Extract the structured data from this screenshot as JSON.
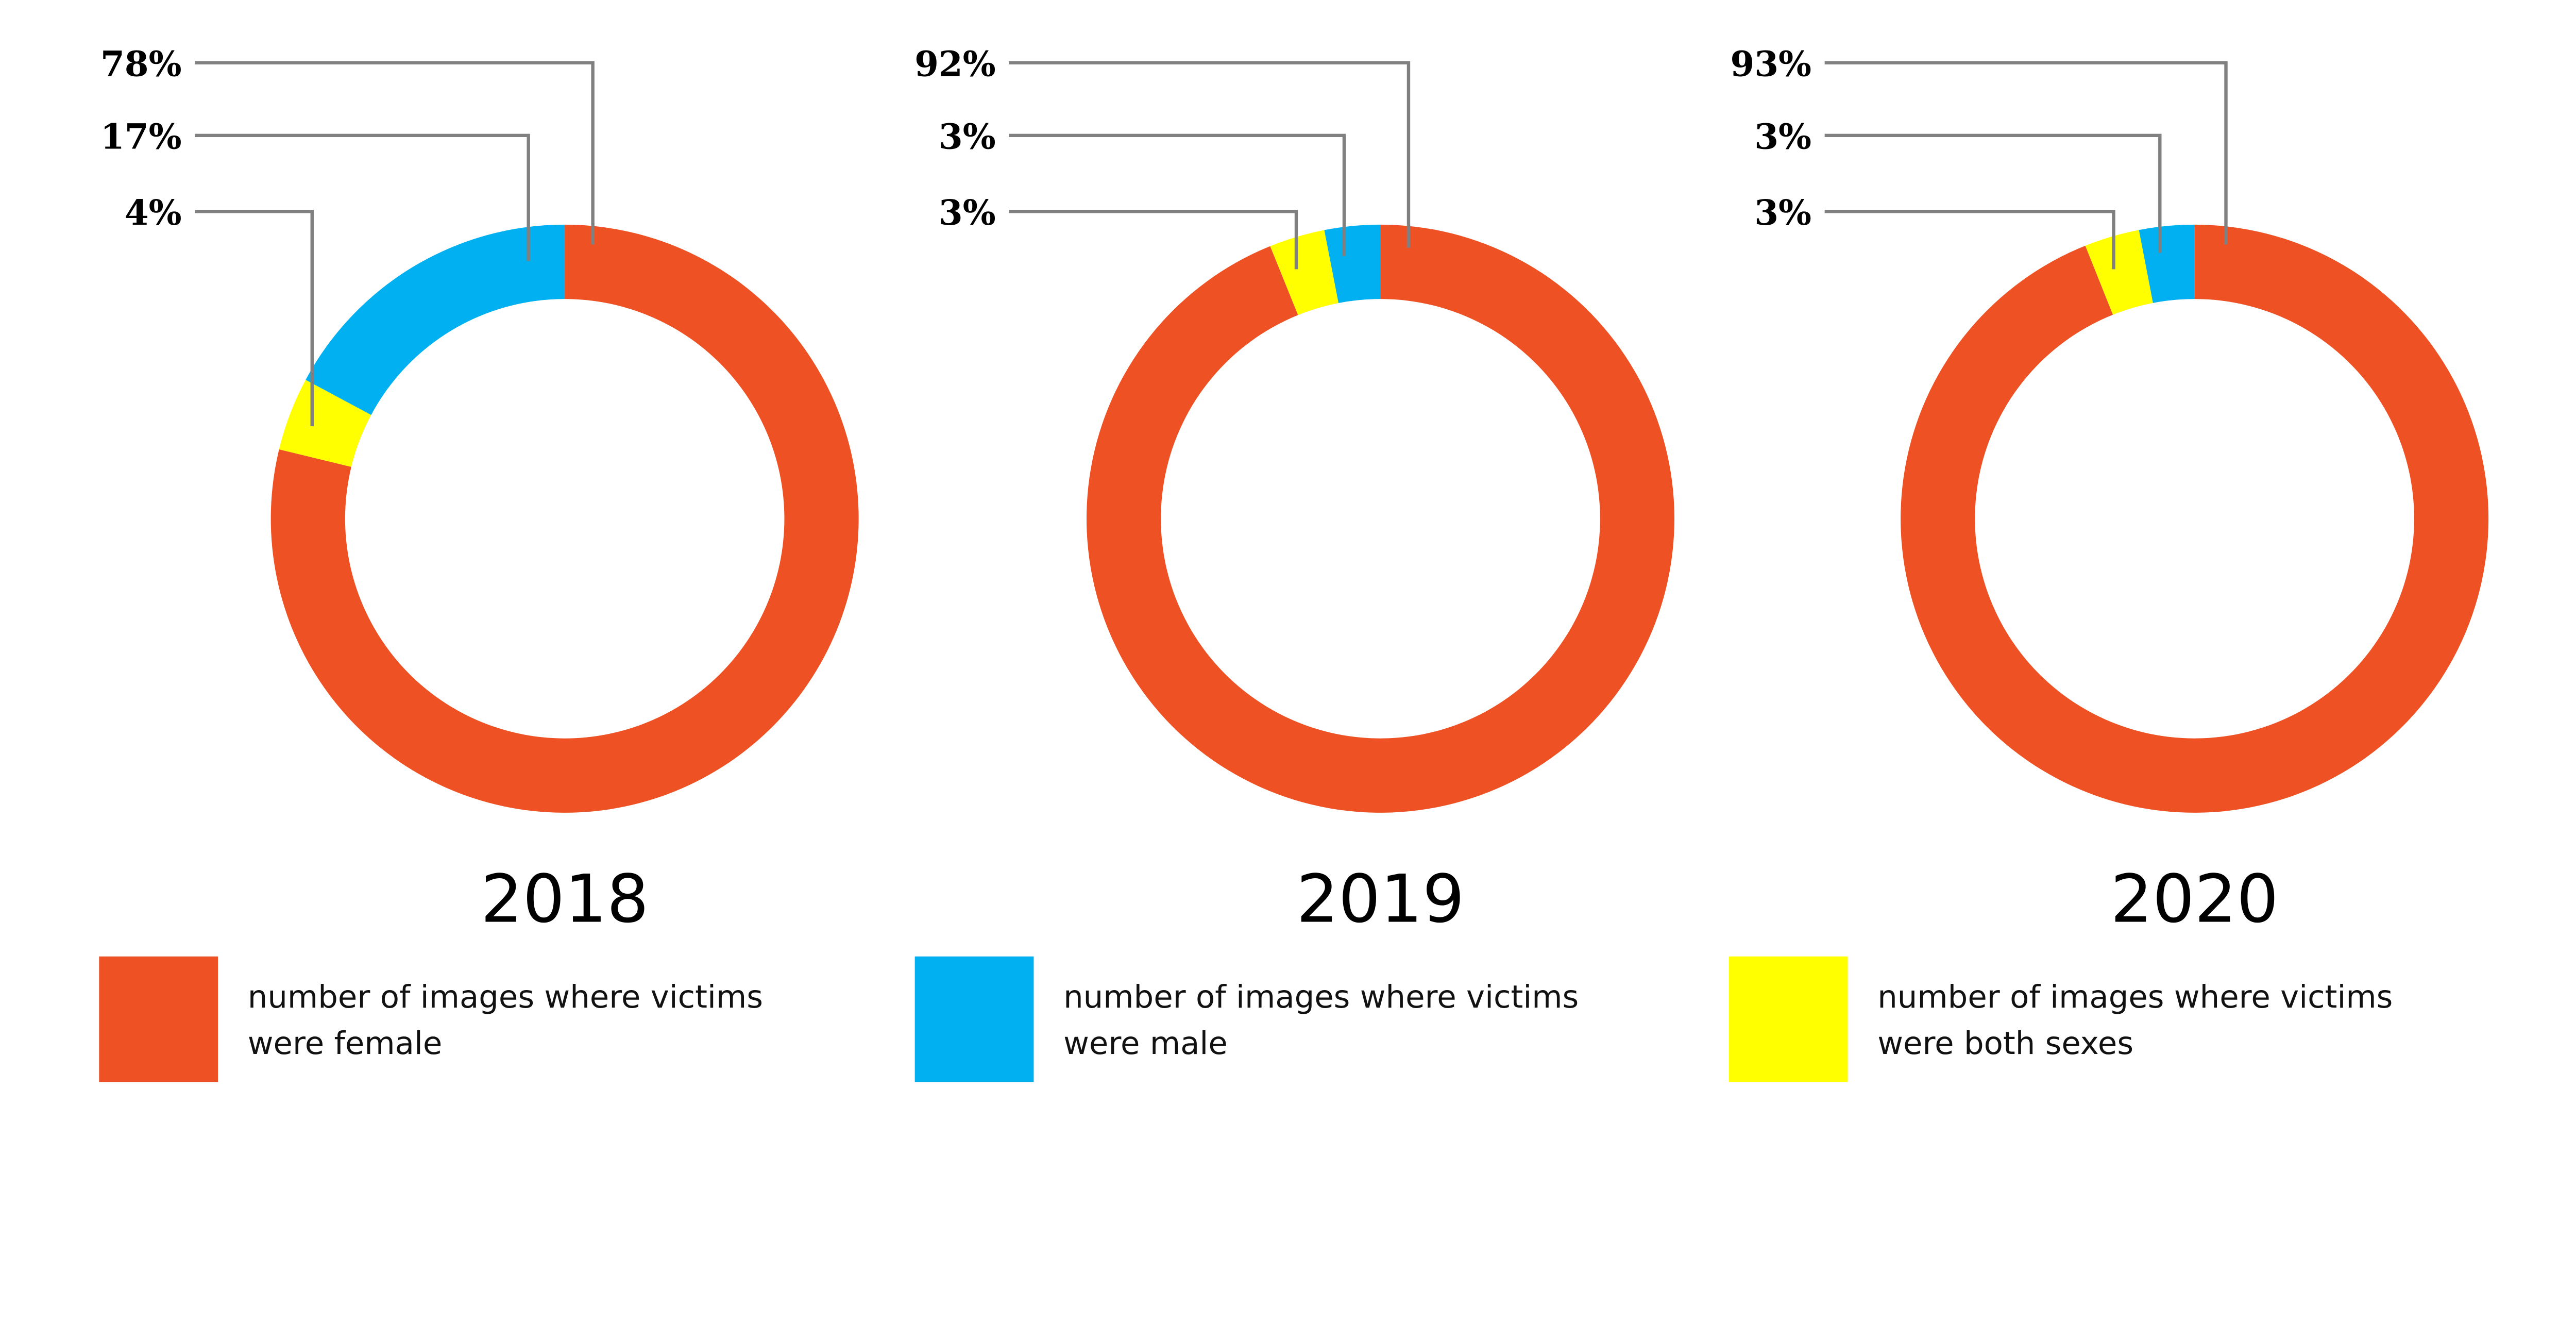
{
  "chart_data": [
    {
      "type": "pie",
      "donut": true,
      "title": "2018",
      "categories": [
        "female",
        "both sexes",
        "male"
      ],
      "values": [
        78,
        4,
        17
      ],
      "labels": [
        "78%",
        "17%",
        "4%"
      ]
    },
    {
      "type": "pie",
      "donut": true,
      "title": "2019",
      "categories": [
        "female",
        "both sexes",
        "male"
      ],
      "values": [
        92,
        3,
        3
      ],
      "labels": [
        "92%",
        "3%",
        "3%"
      ]
    },
    {
      "type": "pie",
      "donut": true,
      "title": "2020",
      "categories": [
        "female",
        "both sexes",
        "male"
      ],
      "values": [
        93,
        3,
        3
      ],
      "labels": [
        "93%",
        "3%",
        "3%"
      ]
    }
  ],
  "legend": [
    {
      "key": "female",
      "line1": "number of images where victims",
      "line2": "were female",
      "color": "#EE5124"
    },
    {
      "key": "male",
      "line1": "number of images where victims",
      "line2": "were male",
      "color": "#00B0F0"
    },
    {
      "key": "both sexes",
      "line1": "number of images where victims",
      "line2": "were both sexes",
      "color": "#FFFF00"
    }
  ],
  "colors": {
    "female": "#EE5124",
    "male": "#00B0F0",
    "both sexes": "#FFFF00",
    "leader": "#808080"
  }
}
